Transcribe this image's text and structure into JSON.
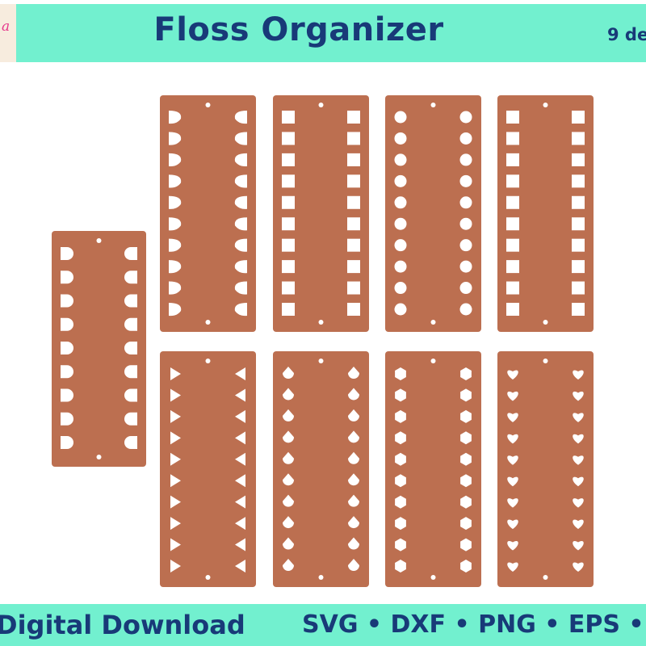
{
  "header": {
    "logo_text": "a",
    "title": "Floss Organizer",
    "design_count": "9 de"
  },
  "footer": {
    "left_text": "Digital Download",
    "formats_text": "SVG • DXF • PNG • EPS • PDF"
  },
  "colors": {
    "banner": "#72f0cf",
    "board": "#bc6f50",
    "title_text": "#183a78",
    "logo_text": "#e63a8c"
  },
  "boards": [
    {
      "name": "d-shape",
      "hole_shape": "d-shape",
      "holes_per_side": 9
    },
    {
      "name": "leaf",
      "hole_shape": "leaf",
      "holes_per_side": 10
    },
    {
      "name": "square",
      "hole_shape": "square",
      "holes_per_side": 10
    },
    {
      "name": "circle",
      "hole_shape": "circle",
      "holes_per_side": 10
    },
    {
      "name": "square-small",
      "hole_shape": "square",
      "holes_per_side": 10
    },
    {
      "name": "triangle",
      "hole_shape": "triangle",
      "holes_per_side": 10
    },
    {
      "name": "teardrop",
      "hole_shape": "teardrop",
      "holes_per_side": 10
    },
    {
      "name": "hexagon",
      "hole_shape": "hexagon",
      "holes_per_side": 10
    },
    {
      "name": "heart",
      "hole_shape": "heart",
      "holes_per_side": 10
    }
  ]
}
